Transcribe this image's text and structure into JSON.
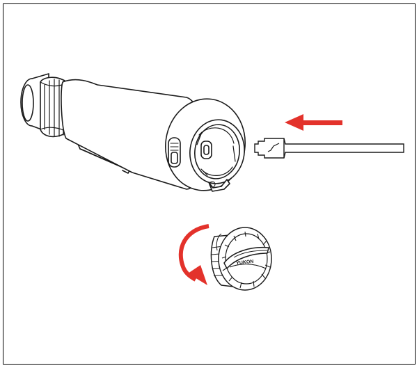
{
  "diagram": {
    "description_visible_text": "",
    "cap_engraving": "YUKON",
    "usb_symbol": "~",
    "colors": {
      "line": "#1a1a1a",
      "arrow": "#e3322b",
      "frame": "#000000",
      "background": "#ffffff"
    },
    "icons": [
      "monocular-device",
      "usb-cable",
      "insert-arrow-icon",
      "battery-cap",
      "rotate-arrow-icon"
    ]
  }
}
